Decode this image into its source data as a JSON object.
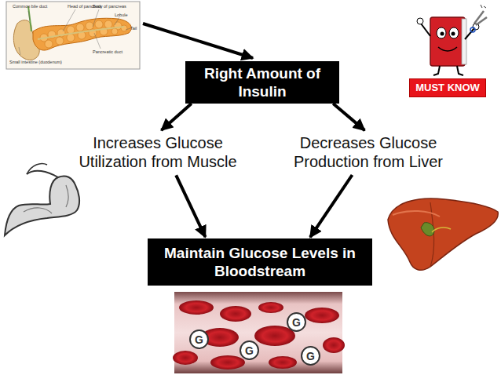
{
  "diagram": {
    "nodes": [
      {
        "text": [
          "Right Amount of Insulin"
        ]
      },
      {
        "text": [
          "MUST KNOW"
        ]
      },
      {
        "text": [
          "Increases Glucose Utilization from Muscle"
        ]
      },
      {
        "text": [
          "Decreases Glucose Production from Liver"
        ]
      },
      {
        "text": [
          "Maintain Glucose Levels in Bloodstream"
        ]
      },
      {
        "text": [
          "G"
        ]
      },
      {
        "text": [
          "G"
        ]
      },
      {
        "text": [
          "G"
        ]
      },
      {
        "text": [
          "G"
        ]
      }
    ],
    "edges": [
      {
        "from": 0,
        "to": 2,
        "arrow": "to"
      },
      {
        "from": 0,
        "to": 3,
        "arrow": "to"
      },
      {
        "from": 2,
        "to": 4,
        "arrow": "to"
      },
      {
        "from": 3,
        "to": 4,
        "arrow": "to"
      }
    ],
    "labels": [
      "Common bile duct",
      "Head of pancreas",
      "Body of pancreas",
      "Lobule",
      "Tail",
      "Pancreatic duct",
      "Small intestine (duodenum)"
    ]
  }
}
